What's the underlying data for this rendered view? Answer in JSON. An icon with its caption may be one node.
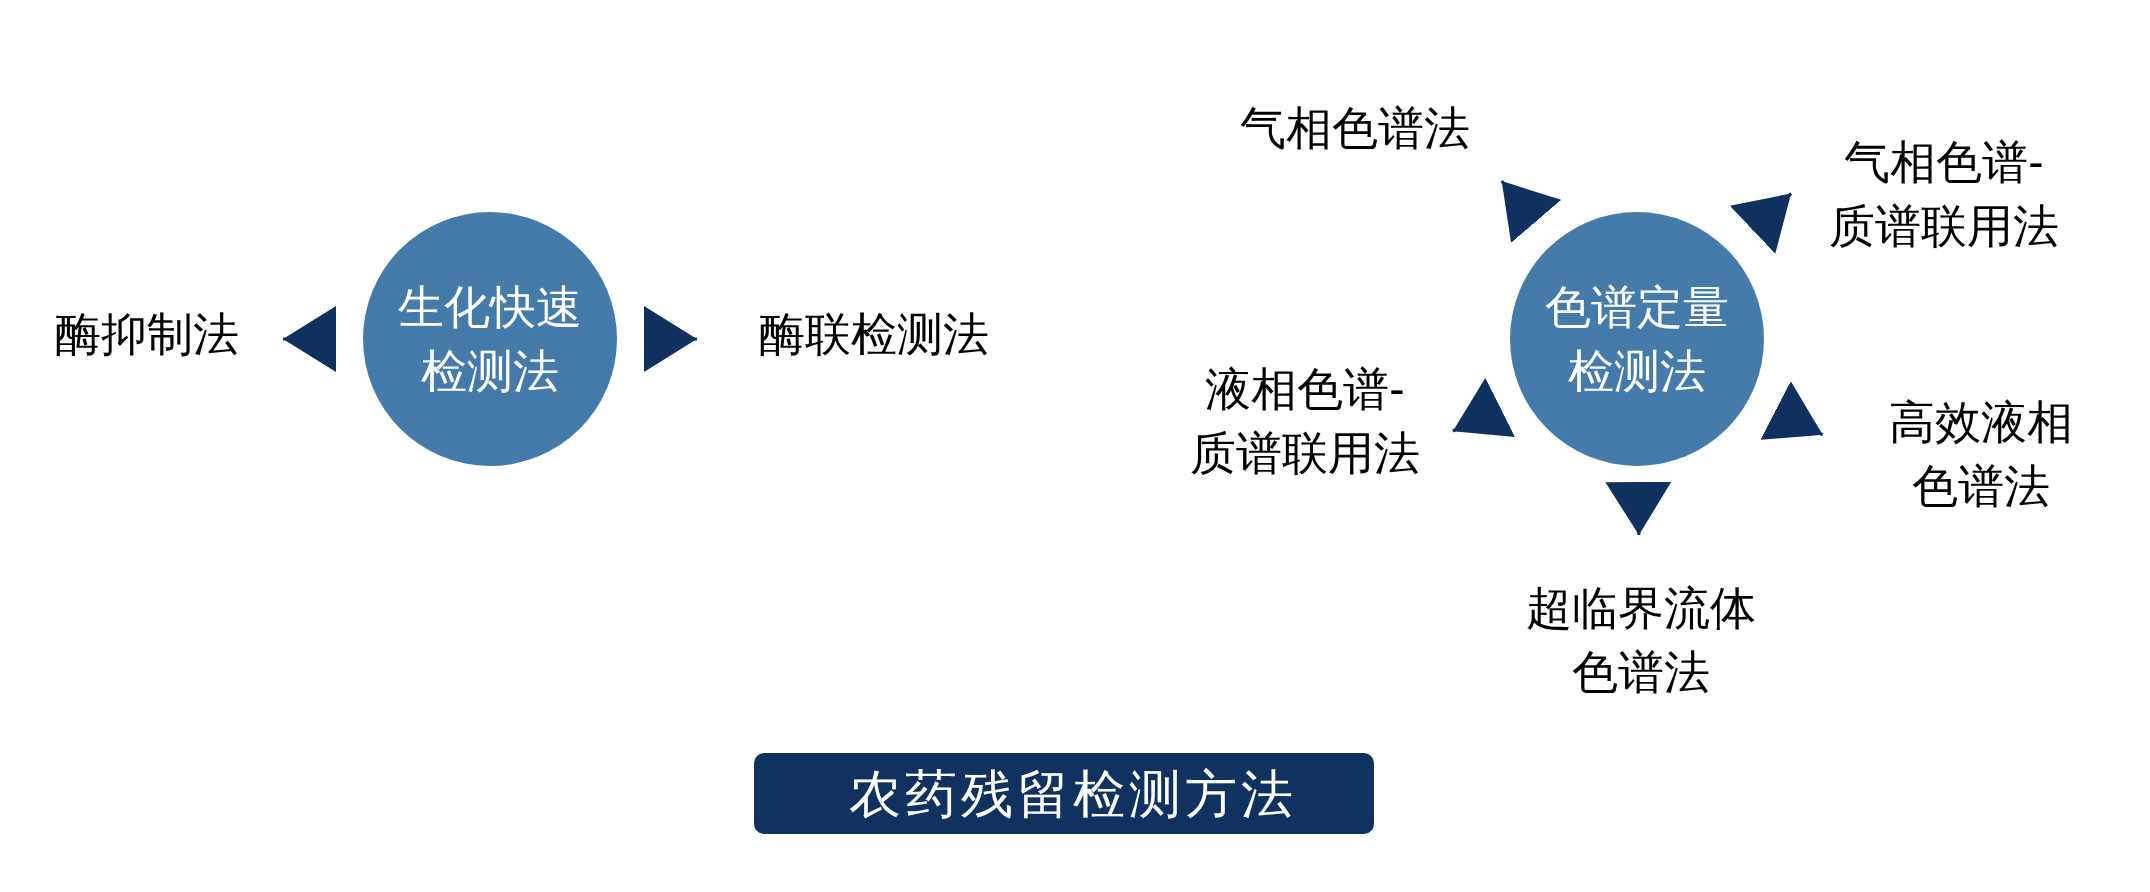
{
  "diagram": {
    "title": "农药残留检测方法",
    "nodes": [
      {
        "text": [
          "生化快速检测法"
        ]
      },
      {
        "text": [
          "酶抑制法"
        ]
      },
      {
        "text": [
          "酶联检测法"
        ]
      },
      {
        "text": [
          "色谱定量检测法"
        ]
      },
      {
        "text": [
          "气相色谱法"
        ]
      },
      {
        "text": [
          "气相色谱-质谱联用法"
        ]
      },
      {
        "text": [
          "液相色谱-质谱联用法"
        ]
      },
      {
        "text": [
          "高效液相色谱法"
        ]
      },
      {
        "text": [
          "超临界流体色谱法"
        ]
      }
    ],
    "edges": [
      {
        "from": 0,
        "to": 1,
        "arrow": "to"
      },
      {
        "from": 0,
        "to": 2,
        "arrow": "to"
      },
      {
        "from": 3,
        "to": 4,
        "arrow": "to"
      },
      {
        "from": 3,
        "to": 5,
        "arrow": "to"
      },
      {
        "from": 3,
        "to": 6,
        "arrow": "to"
      },
      {
        "from": 3,
        "to": 7,
        "arrow": "to"
      },
      {
        "from": 3,
        "to": 8,
        "arrow": "to"
      }
    ]
  }
}
